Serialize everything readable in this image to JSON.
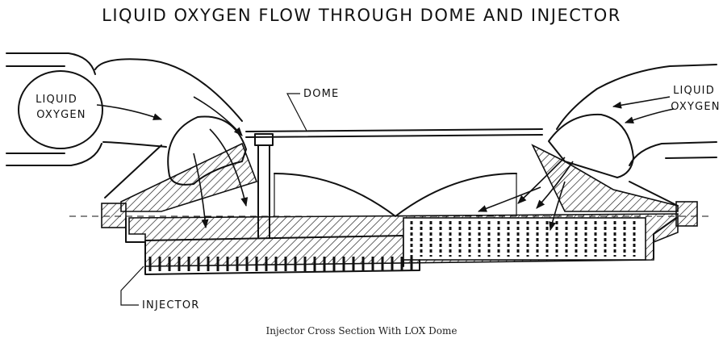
{
  "title": "LIQUID OXYGEN FLOW THROUGH DOME AND INJECTOR",
  "labels": {
    "lox_left_1": "LIQUID",
    "lox_left_2": "OXYGEN",
    "lox_right_1": "LIQUID",
    "lox_right_2": "OXYGEN",
    "dome": "DOME",
    "injector": "INJECTOR"
  },
  "caption": "Injector Cross Section With LOX Dome",
  "colors": {
    "ink": "#111111",
    "paper": "#ffffff"
  }
}
